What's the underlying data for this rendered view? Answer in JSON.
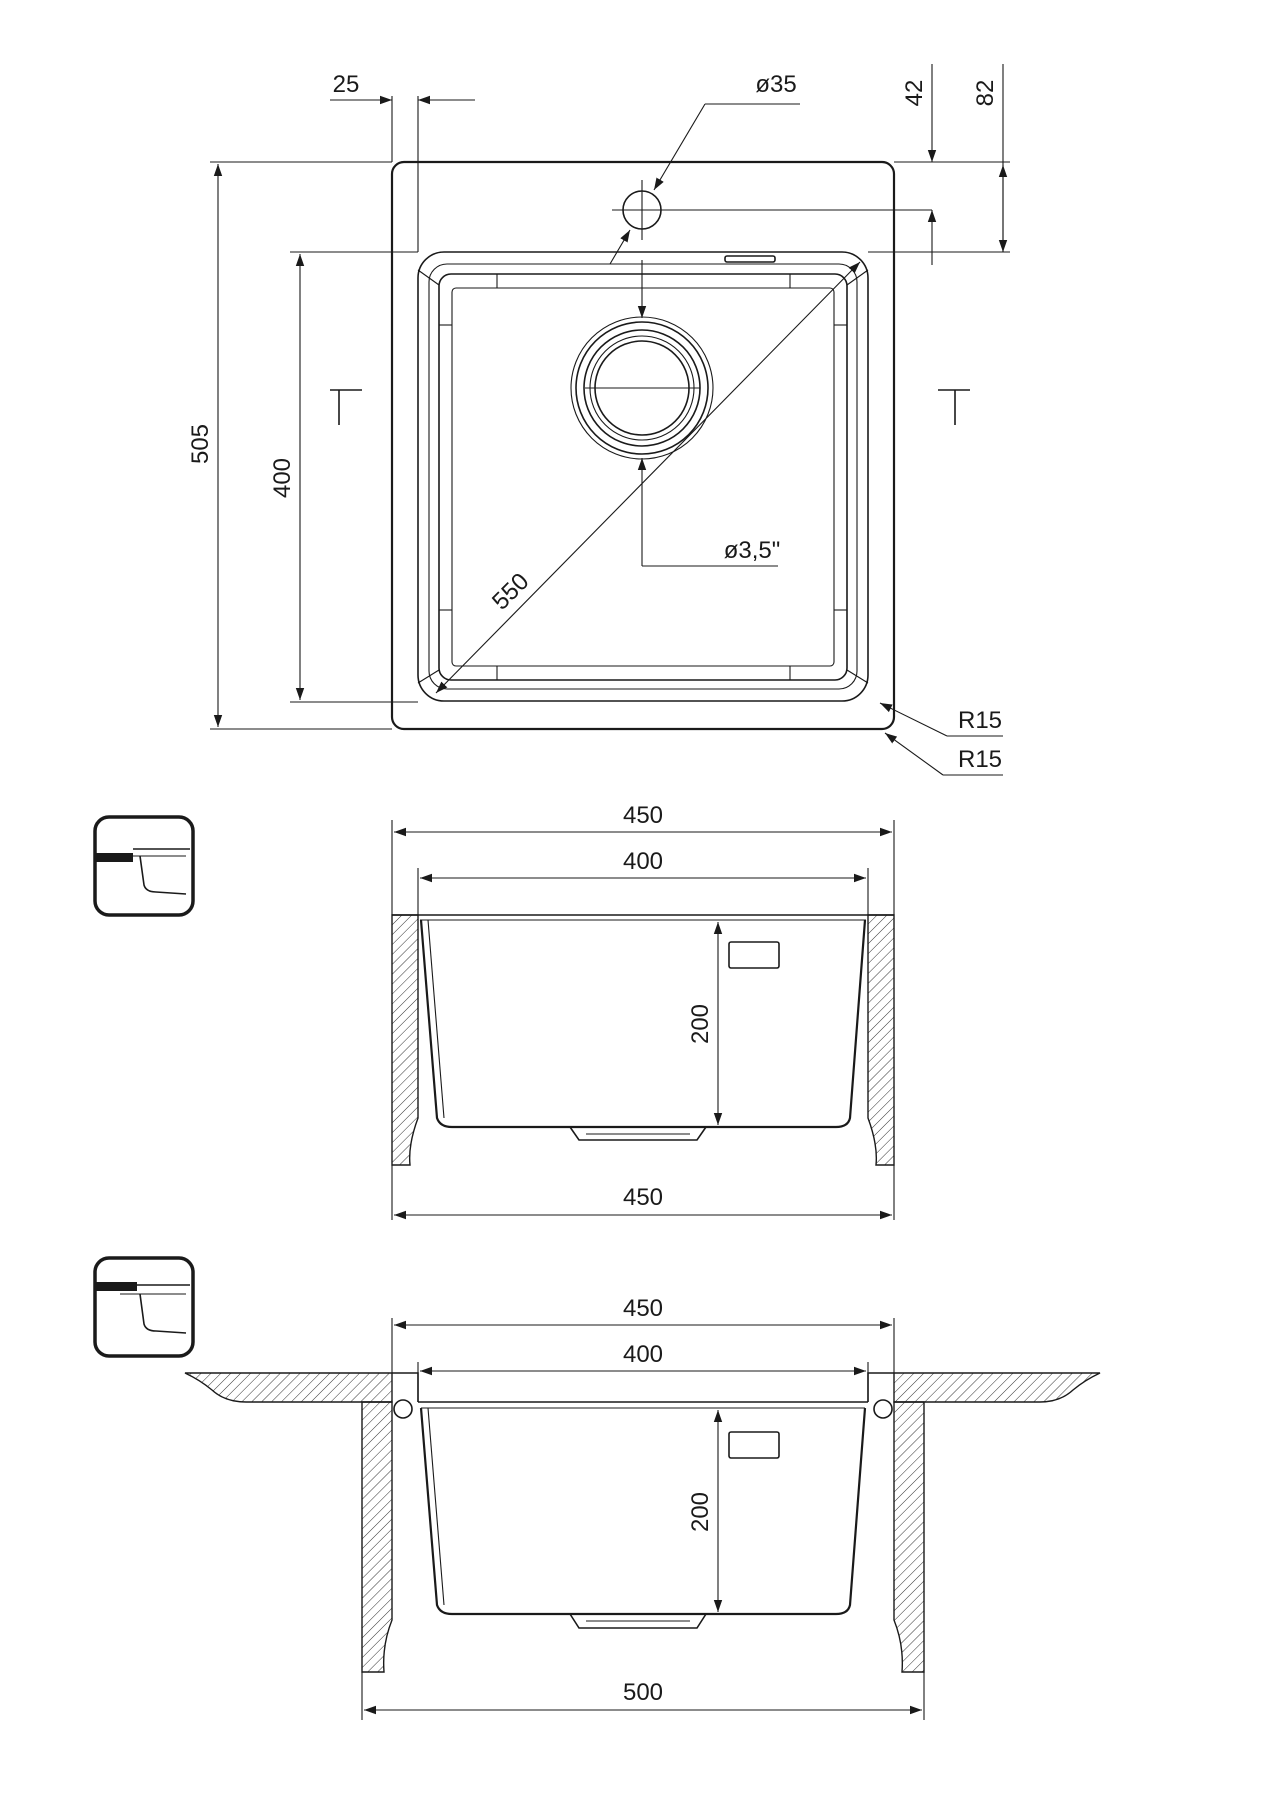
{
  "top_view": {
    "dim_offset": "25",
    "dim_tap_hole": "ø35",
    "dim_tap_to_edge": "42",
    "dim_bowl_to_edge": "82",
    "dim_overall_depth": "505",
    "dim_bowl_depth": "400",
    "dim_diagonal": "550",
    "dim_drain": "ø3,5\"",
    "dim_radius_inner": "R15",
    "dim_radius_outer": "R15"
  },
  "undermount_section": {
    "dim_outer_width": "450",
    "dim_bowl_width": "400",
    "dim_bowl_height": "200",
    "dim_bottom_width": "450"
  },
  "flush_section": {
    "dim_outer_width": "450",
    "dim_bowl_width": "400",
    "dim_bowl_height": "200",
    "dim_cutout_width": "500"
  }
}
